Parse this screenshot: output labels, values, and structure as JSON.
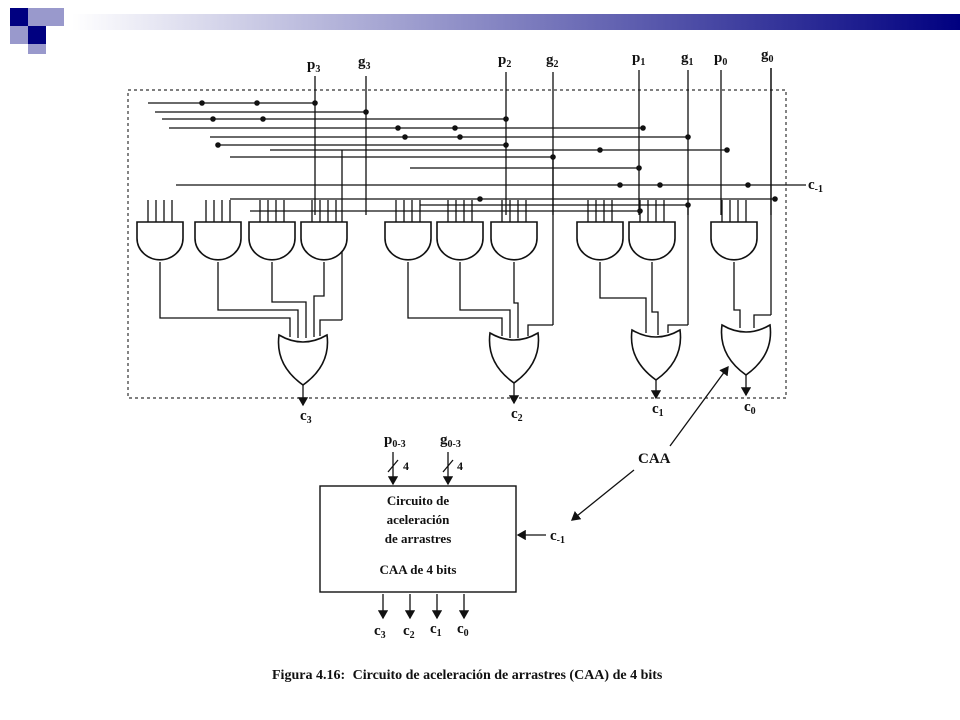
{
  "slide_decor": {
    "accent_dark": "#000080",
    "accent_light": "#9999cc"
  },
  "inputs": [
    {
      "letter": "p",
      "sub": "3"
    },
    {
      "letter": "g",
      "sub": "3"
    },
    {
      "letter": "p",
      "sub": "2"
    },
    {
      "letter": "g",
      "sub": "2"
    },
    {
      "letter": "p",
      "sub": "1"
    },
    {
      "letter": "g",
      "sub": "1"
    },
    {
      "letter": "p",
      "sub": "0"
    },
    {
      "letter": "g",
      "sub": "0"
    }
  ],
  "carry_in": {
    "letter": "c",
    "sub": "-1"
  },
  "outputs": [
    {
      "letter": "c",
      "sub": "3"
    },
    {
      "letter": "c",
      "sub": "2"
    },
    {
      "letter": "c",
      "sub": "1"
    },
    {
      "letter": "c",
      "sub": "0"
    }
  ],
  "caa_label": "CAA",
  "block": {
    "input_p": {
      "letter": "p",
      "sub": "0-3",
      "width": "4"
    },
    "input_g": {
      "letter": "g",
      "sub": "0-3",
      "width": "4"
    },
    "title_lines": [
      "Circuito de",
      "aceleración",
      "de arrastres"
    ],
    "subtitle": "CAA de 4 bits",
    "carry_in": {
      "letter": "c",
      "sub": "-1"
    },
    "outputs": [
      {
        "letter": "c",
        "sub": "3"
      },
      {
        "letter": "c",
        "sub": "2"
      },
      {
        "letter": "c",
        "sub": "1"
      },
      {
        "letter": "c",
        "sub": "0"
      }
    ]
  },
  "caption": {
    "label": "Figura 4.16:",
    "text": "Circuito de aceleración de arrastres (CAA) de 4 bits"
  }
}
